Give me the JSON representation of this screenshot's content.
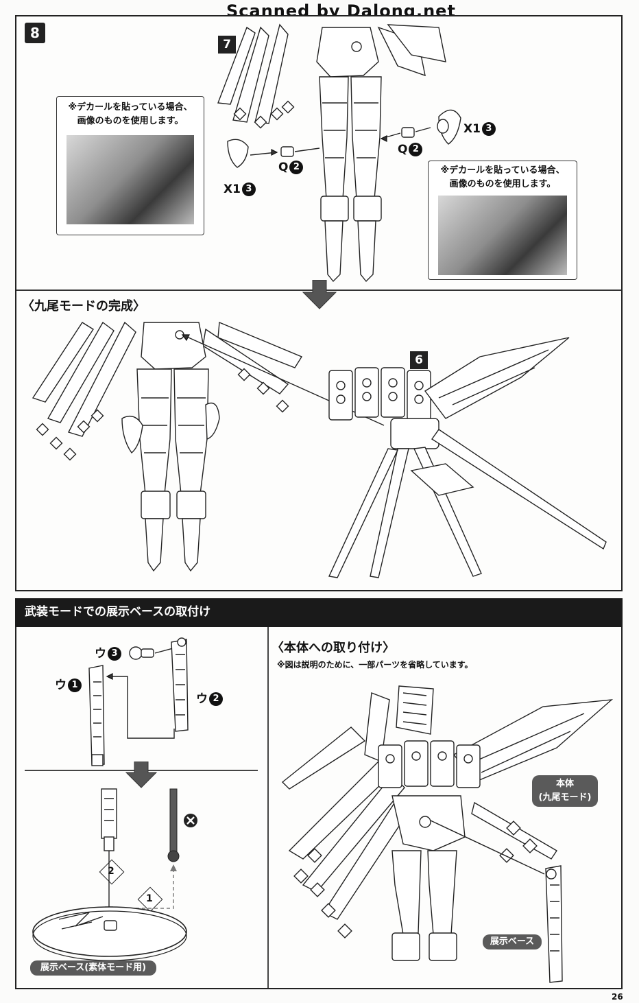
{
  "watermark": "Scanned by Dalong.net",
  "step": {
    "number": "8",
    "ref_badge": "7",
    "note_left": {
      "line1": "※デカールを貼っている場合、",
      "line2": "画像のものを使用します。"
    },
    "note_right": {
      "line1": "※デカールを貼っている場合、",
      "line2": "画像のものを使用します。"
    },
    "part_left": {
      "letter": "X1",
      "num": "3"
    },
    "part_q_left": {
      "letter": "Q",
      "num": "2"
    },
    "part_q_right": {
      "letter": "Q",
      "num": "2"
    },
    "part_right": {
      "letter": "X1",
      "num": "3"
    }
  },
  "completion": {
    "title": "〈九尾モードの完成〉",
    "ref_badge": "6"
  },
  "base_section": {
    "header": "武装モードでの展示ベースの取付け",
    "part_u3": {
      "letter": "ウ",
      "num": "3"
    },
    "part_u1": {
      "letter": "ウ",
      "num": "1"
    },
    "part_u2": {
      "letter": "ウ",
      "num": "2"
    },
    "step2": "2",
    "step1": "1",
    "base_label": "展示ベース(素体モード用)",
    "attach_title": "〈本体への取り付け〉",
    "attach_note": "※図は説明のために、一部パーツを省略しています。",
    "body_label": {
      "line1": "本体",
      "line2": "(九尾モード)"
    },
    "stand_label": "展示ベース"
  },
  "page_number": "26",
  "colors": {
    "dark": "#1a1a1a",
    "pill": "#5a5a5a",
    "paper": "#fbfbfa"
  }
}
